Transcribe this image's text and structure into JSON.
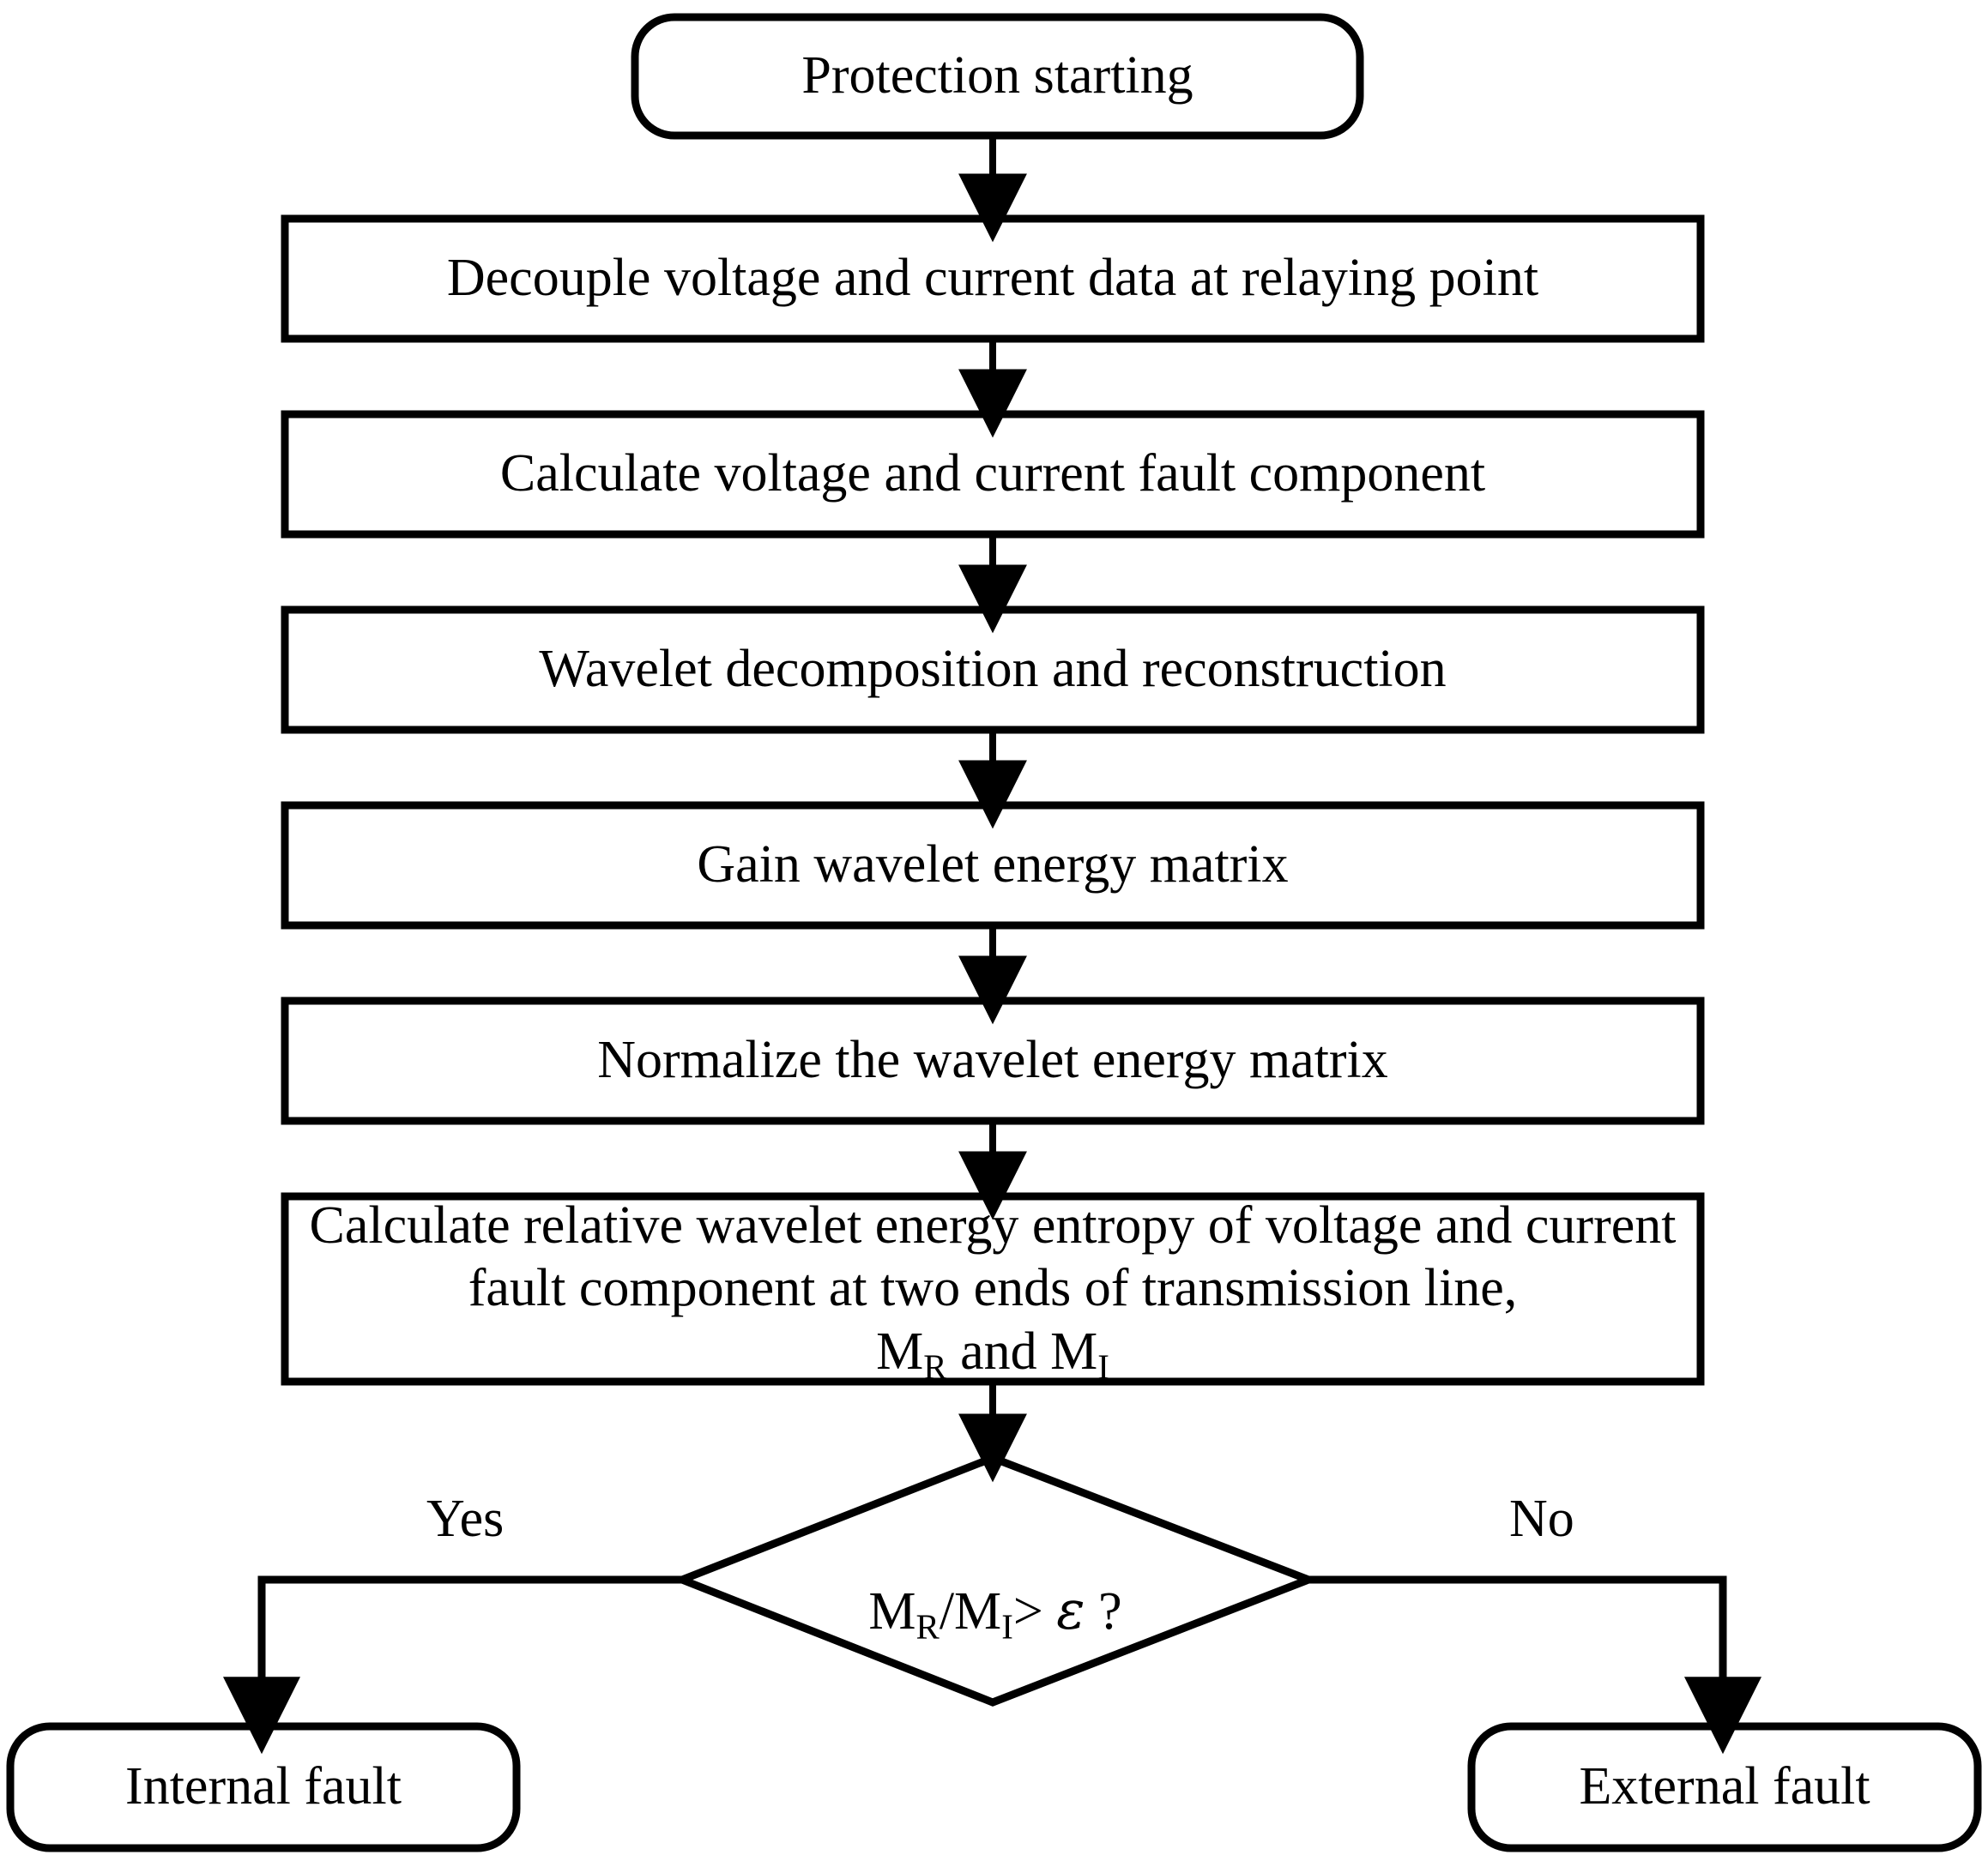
{
  "diagram": {
    "type": "flowchart",
    "title": "Protection algorithm flowchart",
    "stroke_color": "#000000",
    "fill_color": "#ffffff",
    "nodes": [
      {
        "id": "start",
        "shape": "terminator",
        "label": "Protection starting"
      },
      {
        "id": "decouple",
        "shape": "process",
        "label": "Decouple voltage and current data at relaying point"
      },
      {
        "id": "calc_fc",
        "shape": "process",
        "label": "Calculate voltage and current fault component"
      },
      {
        "id": "wavelet",
        "shape": "process",
        "label": "Wavelet decomposition and reconstruction"
      },
      {
        "id": "gain",
        "shape": "process",
        "label": "Gain wavelet energy matrix"
      },
      {
        "id": "normalize",
        "shape": "process",
        "label": "Normalize the wavelet energy matrix"
      },
      {
        "id": "entropy",
        "shape": "process",
        "label": "Calculate relative wavelet energy entropy of voltage and current fault component at two ends of transmission line,"
      },
      {
        "id": "decision",
        "shape": "diamond",
        "label": "M/M>  ?"
      },
      {
        "id": "internal",
        "shape": "terminator",
        "label": "Internal fault"
      },
      {
        "id": "external",
        "shape": "terminator",
        "label": "External fault"
      }
    ],
    "entropy_symbols": {
      "line3_prefix": "M",
      "line3_sub1": "R",
      "line3_middle": " and M",
      "line3_sub2": "I"
    },
    "decision_symbols": {
      "numerator": "M",
      "numerator_sub": "R",
      "separator": "/M",
      "denominator_sub": "I",
      "operator": ">",
      "threshold": "ε",
      "question": "?"
    },
    "edges": [
      {
        "from": "start",
        "to": "decouple",
        "label": ""
      },
      {
        "from": "decouple",
        "to": "calc_fc",
        "label": ""
      },
      {
        "from": "calc_fc",
        "to": "wavelet",
        "label": ""
      },
      {
        "from": "wavelet",
        "to": "gain",
        "label": ""
      },
      {
        "from": "gain",
        "to": "normalize",
        "label": ""
      },
      {
        "from": "normalize",
        "to": "entropy",
        "label": ""
      },
      {
        "from": "entropy",
        "to": "decision",
        "label": ""
      },
      {
        "from": "decision",
        "to": "internal",
        "label": "Yes"
      },
      {
        "from": "decision",
        "to": "external",
        "label": "No"
      }
    ],
    "edge_labels": {
      "yes": "Yes",
      "no": "No"
    }
  }
}
